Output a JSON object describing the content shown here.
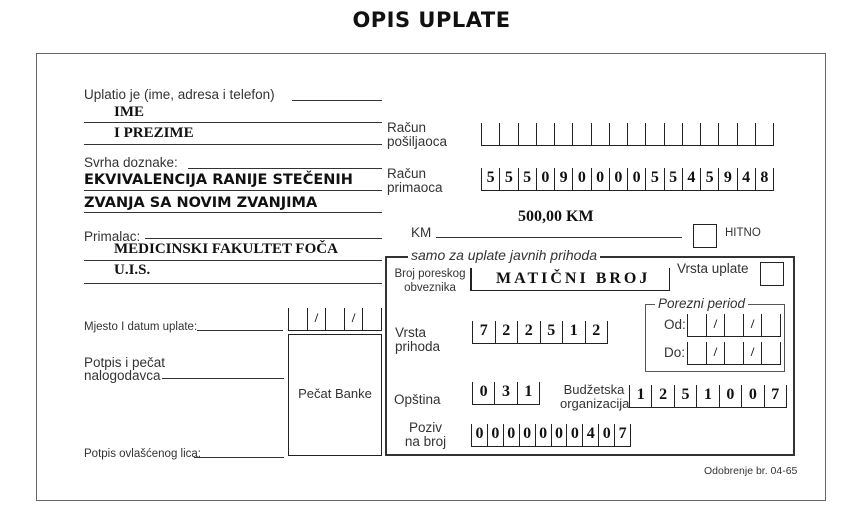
{
  "title": "OPIS UPLATE",
  "payer": {
    "label": "Uplatio je (ime, adresa i telefon)",
    "line1": "IME",
    "line2": "I PREZIME"
  },
  "purpose": {
    "label": "Svrha doznake:",
    "line1": "EKVIVALENCIJA RANIJE STEČENIH",
    "line2": "ZVANJA SA NOVIM ZVANJIMA"
  },
  "recipient": {
    "label": "Primalac:",
    "line1": "MEDICINSKI FAKULTET FOČA",
    "line2": "U.I.S."
  },
  "place_date": {
    "label": "Mjesto I datum uplate:"
  },
  "signature_stamp": {
    "label": "Potpis i pečat nalogodavca"
  },
  "bank_stamp": {
    "label": "Pečat Banke"
  },
  "authorized_signature": {
    "label": "Potpis ovlašćenog lica:"
  },
  "sender_account": {
    "label": "Račun pošiljaoca"
  },
  "recipient_account": {
    "label": "Račun primaoca",
    "digits": [
      "5",
      "5",
      "5",
      "0",
      "9",
      "0",
      "0",
      "0",
      "0",
      "5",
      "5",
      "4",
      "5",
      "9",
      "4",
      "8"
    ]
  },
  "amount": {
    "label": "KM",
    "value": "500,00 KM"
  },
  "urgent": {
    "label": "HITNO"
  },
  "public_revenue": {
    "legend": "samo za uplate javnih prihoda"
  },
  "tax_id": {
    "label": "Broj poreskog obveznika",
    "value": "MATIČNI BROJ"
  },
  "payment_type": {
    "label": "Vrsta uplate"
  },
  "tax_period": {
    "legend": "Porezni period",
    "from": "Od:",
    "to": "Do:"
  },
  "revenue_type": {
    "label": "Vrsta prihoda",
    "digits": [
      "7",
      "2",
      "2",
      "5",
      "1",
      "2"
    ]
  },
  "municipality": {
    "label": "Opština",
    "digits": [
      "0",
      "3",
      "1"
    ]
  },
  "budget_org": {
    "label": "Budžetska organizacija",
    "digits": [
      "1",
      "2",
      "5",
      "1",
      "0",
      "0",
      "7"
    ]
  },
  "reference": {
    "label": "Poziv na broj",
    "digits": [
      "0",
      "0",
      "0",
      "0",
      "0",
      "0",
      "0",
      "4",
      "0",
      "7"
    ]
  },
  "approval": "Odobrenje br. 04-65"
}
